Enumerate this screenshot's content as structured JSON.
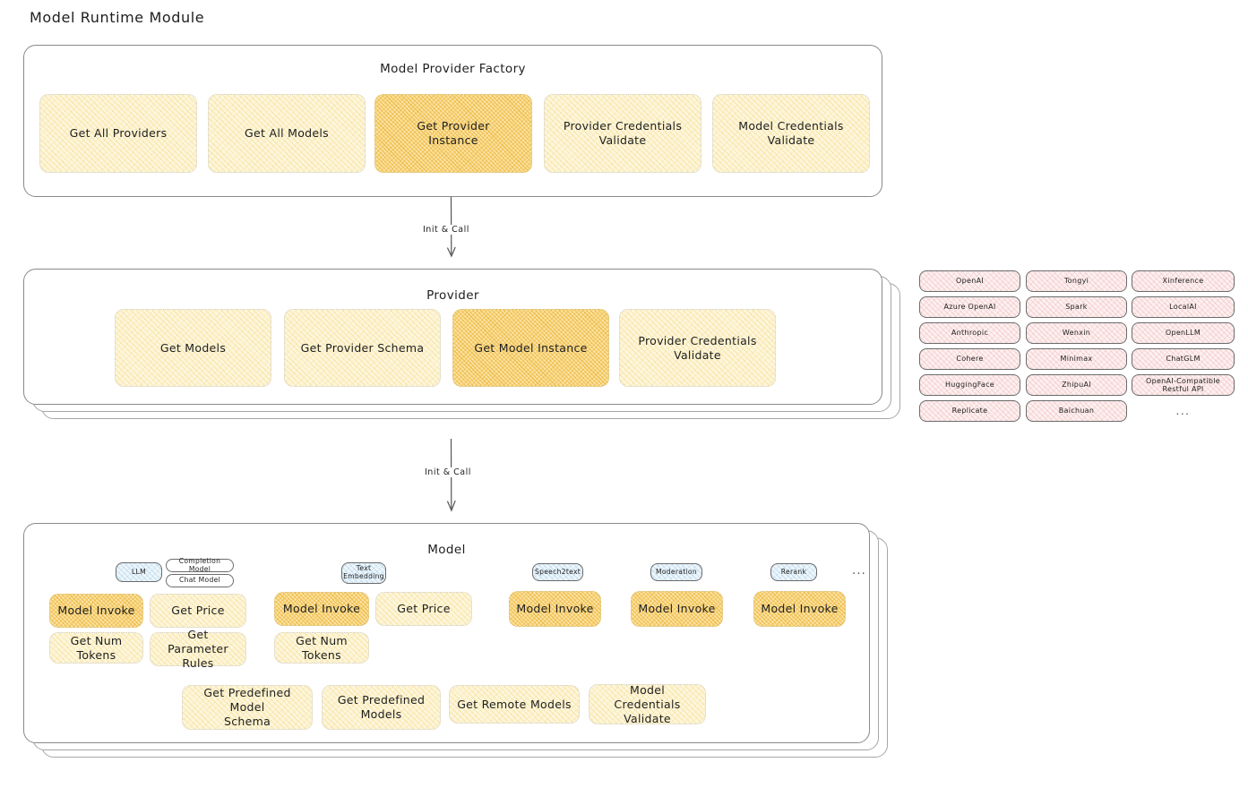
{
  "page": {
    "title": "Model Runtime Module"
  },
  "layers": {
    "factory": {
      "title": "Model Provider Factory",
      "operations": [
        {
          "label": "Get All Providers",
          "highlighted": false
        },
        {
          "label": "Get All Models",
          "highlighted": false
        },
        {
          "label": "Get Provider\nInstance",
          "highlighted": true
        },
        {
          "label": "Provider Credentials\nValidate",
          "highlighted": false
        },
        {
          "label": "Model Credentials\nValidate",
          "highlighted": false
        }
      ]
    },
    "provider": {
      "title": "Provider",
      "stack_count": 3,
      "operations": [
        {
          "label": "Get Models",
          "highlighted": false
        },
        {
          "label": "Get Provider Schema",
          "highlighted": false
        },
        {
          "label": "Get Model Instance",
          "highlighted": true
        },
        {
          "label": "Provider Credentials\nValidate",
          "highlighted": false
        }
      ]
    },
    "model": {
      "title": "Model",
      "stack_count": 3,
      "ellipsis": "...",
      "model_types": [
        {
          "name": "LLM",
          "tinted": true,
          "sub_pills": [
            "Completion Model",
            "Chat Model"
          ],
          "operations": [
            {
              "label": "Model Invoke",
              "highlighted": true
            },
            {
              "label": "Get Price",
              "highlighted": false
            },
            {
              "label": "Get Num Tokens",
              "highlighted": false
            },
            {
              "label": "Get Parameter\nRules",
              "highlighted": false
            }
          ]
        },
        {
          "name": "Text\nEmbedding",
          "tinted": true,
          "sub_pills": [],
          "operations": [
            {
              "label": "Model Invoke",
              "highlighted": true
            },
            {
              "label": "Get Price",
              "highlighted": false
            },
            {
              "label": "Get Num Tokens",
              "highlighted": false
            }
          ]
        },
        {
          "name": "Speech2text",
          "tinted": true,
          "sub_pills": [],
          "operations": [
            {
              "label": "Model Invoke",
              "highlighted": true
            }
          ]
        },
        {
          "name": "Moderation",
          "tinted": true,
          "sub_pills": [],
          "operations": [
            {
              "label": "Model Invoke",
              "highlighted": true
            }
          ]
        },
        {
          "name": "Rerank",
          "tinted": true,
          "sub_pills": [],
          "operations": [
            {
              "label": "Model Invoke",
              "highlighted": true
            }
          ]
        }
      ],
      "shared_operations": [
        {
          "label": "Get Predefined Model\nSchema",
          "highlighted": false
        },
        {
          "label": "Get Predefined\nModels",
          "highlighted": false
        },
        {
          "label": "Get Remote Models",
          "highlighted": false
        },
        {
          "label": "Model Credentials\nValidate",
          "highlighted": false
        }
      ]
    }
  },
  "arrows": [
    {
      "label": "Init & Call"
    },
    {
      "label": "Init & Call"
    }
  ],
  "provider_list": {
    "ellipsis": "...",
    "columns": [
      {
        "items": [
          "OpenAI",
          "Azure OpenAI",
          "Anthropic",
          "Cohere",
          "HuggingFace",
          "Replicate"
        ]
      },
      {
        "items": [
          "Tongyi",
          "Spark",
          "Wenxin",
          "Minimax",
          "ZhipuAI",
          "Baichuan"
        ]
      },
      {
        "items": [
          "Xinference",
          "LocalAI",
          "OpenLLM",
          "ChatGLM",
          "OpenAI-Compatible Restful API"
        ]
      }
    ]
  },
  "colors": {
    "op_fill": "#fdf6dd",
    "op_fill_highlight": "#fbe3a4",
    "chip_fill": "#fdf0f0",
    "pill_fill_blue": "#eef6fb",
    "card_border": "#8a8a8a",
    "text": "#1e1e1e"
  }
}
